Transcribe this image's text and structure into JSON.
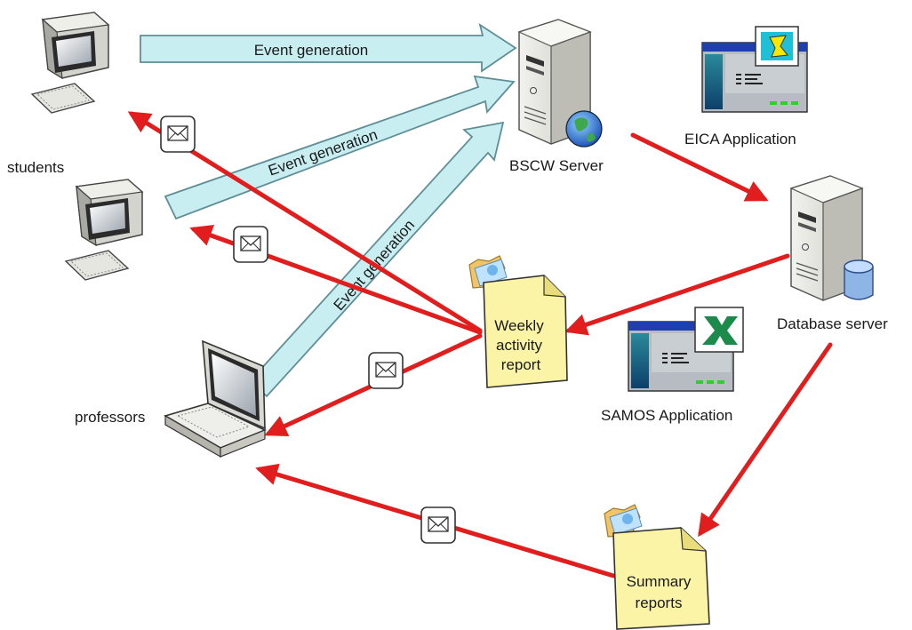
{
  "labels": {
    "students": "students",
    "professors": "professors",
    "bscw_server": "BSCW Server",
    "database_server": "Database server",
    "eica_application": "EICA Application",
    "samos_application": "SAMOS Application"
  },
  "arrows": {
    "event_generation_1": "Event generation",
    "event_generation_2": "Event generation",
    "event_generation_3": "Event generation"
  },
  "documents": {
    "weekly_report": [
      "Weekly",
      "activity",
      "report"
    ],
    "summary_reports": [
      "Summary",
      "reports"
    ]
  },
  "colors": {
    "event_arrow_fill": "#c9eef2",
    "event_arrow_stroke": "#5f8f96",
    "flow_arrow": "#e11d1d",
    "document_fill": "#fbf3a6",
    "window_blue": "#1f3fb0",
    "window_green": "#1b8a4a"
  },
  "icons": {
    "desktop": "desktop-computer-icon",
    "laptop": "laptop-icon",
    "server": "server-tower-icon",
    "globe": "globe-icon",
    "database": "database-cylinder-icon",
    "envelope": "envelope-icon",
    "folder": "folder-icon",
    "excel": "excel-icon"
  }
}
